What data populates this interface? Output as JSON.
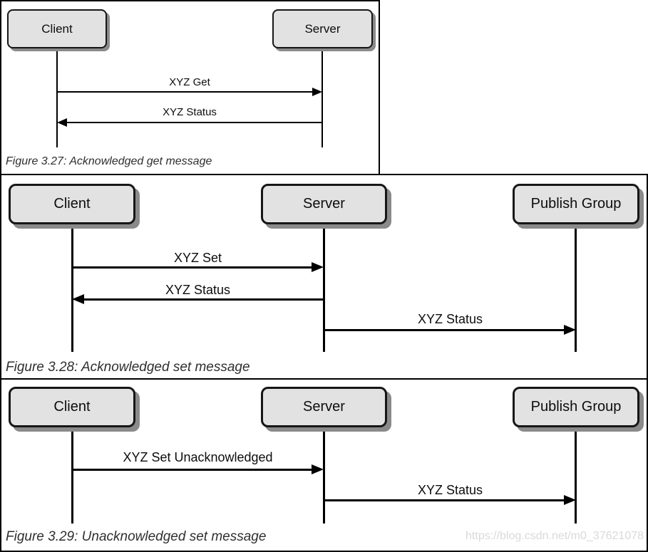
{
  "figures": [
    {
      "caption": "Figure 3.27: Acknowledged get message",
      "actors": [
        {
          "label": "Client"
        },
        {
          "label": "Server"
        }
      ],
      "messages": [
        {
          "label": "XYZ Get",
          "from": "Client",
          "to": "Server",
          "direction": "right"
        },
        {
          "label": "XYZ Status",
          "from": "Server",
          "to": "Client",
          "direction": "left"
        }
      ]
    },
    {
      "caption": "Figure 3.28: Acknowledged set message",
      "actors": [
        {
          "label": "Client"
        },
        {
          "label": "Server"
        },
        {
          "label": "Publish Group"
        }
      ],
      "messages": [
        {
          "label": "XYZ Set",
          "from": "Client",
          "to": "Server",
          "direction": "right"
        },
        {
          "label": "XYZ Status",
          "from": "Server",
          "to": "Client",
          "direction": "left"
        },
        {
          "label": "XYZ Status",
          "from": "Server",
          "to": "Publish Group",
          "direction": "right"
        }
      ]
    },
    {
      "caption": "Figure 3.29: Unacknowledged set message",
      "actors": [
        {
          "label": "Client"
        },
        {
          "label": "Server"
        },
        {
          "label": "Publish Group"
        }
      ],
      "messages": [
        {
          "label": "XYZ Set Unacknowledged",
          "from": "Client",
          "to": "Server",
          "direction": "right"
        },
        {
          "label": "XYZ Status",
          "from": "Server",
          "to": "Publish Group",
          "direction": "right"
        }
      ]
    }
  ],
  "watermark": "https://blog.csdn.net/m0_37621078",
  "colors": {
    "actor_fill": "#e2e2e2",
    "actor_border": "#161616",
    "shadow": "#8a8a8a",
    "line": "#000000",
    "caption": "#2f2f2f",
    "watermark": "#d9d9d9",
    "background": "#ffffff"
  }
}
